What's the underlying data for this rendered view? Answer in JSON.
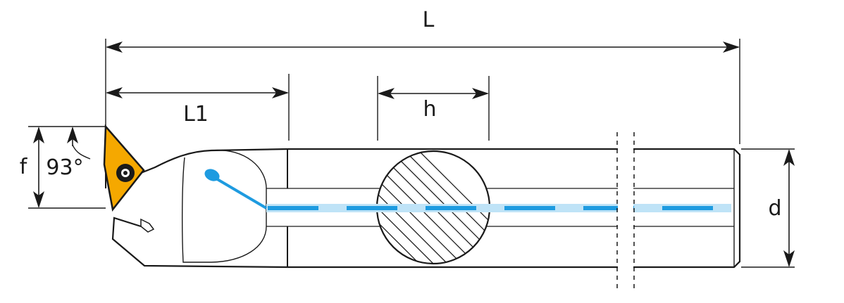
{
  "labels": {
    "overall_length": "L",
    "cutting_length": "L1",
    "shank_height": "h",
    "offset": "f",
    "angle": "93°",
    "diameter": "d"
  },
  "colors": {
    "insert": "#F5A800",
    "coolant": "#1E9BE0",
    "coolant_channel": "#BFE3F7",
    "outline": "#1a1a1a"
  }
}
